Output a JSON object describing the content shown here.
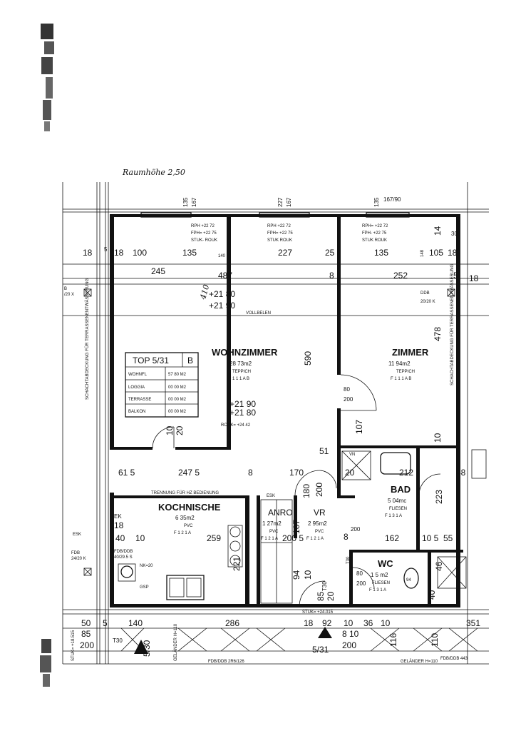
{
  "header": {
    "handwritten_note": "Raumhöhe 2,50"
  },
  "top_dims": [
    {
      "a": "135",
      "b": "167"
    },
    {
      "a": "227",
      "b": "167"
    },
    {
      "a": "135",
      "b": "167/90"
    }
  ],
  "heights": [
    {
      "rph": "RPH  +22 72",
      "fph": "FPH=  +22 75",
      "stuk": "STUK-  ROUK"
    },
    {
      "rph": "RPH  +22 72",
      "fph": "FPH=  +22 75",
      "stuk": "STUK   ROUK"
    },
    {
      "rph": "RPH=  +22 72",
      "fph": "FPH-  +22 75",
      "stuk": "STUK   ROUK"
    }
  ],
  "dims_row1": [
    "18",
    "5",
    "18",
    "100",
    "135",
    "227",
    "25",
    "135",
    "105",
    "18"
  ],
  "dims_row2": [
    "245",
    "487",
    "8",
    "252",
    "5",
    "18"
  ],
  "misc_dims": {
    "d140": "140",
    "d148": "148",
    "d14": "14",
    "d30": "30",
    "d478": "478",
    "d590": "590",
    "d80a": "80",
    "d200a": "200",
    "d107": "107",
    "d10a": "10",
    "d51": "51",
    "d615": "61 5",
    "d2475": "247 5",
    "d8": "8",
    "d170": "170",
    "d20": "20",
    "d212": "212",
    "d180": "180",
    "d200b": "200",
    "d223": "223",
    "d40": "40",
    "d10b": "10",
    "d259": "259",
    "d221": "221",
    "d107b": "107",
    "d2005": "200 5",
    "d8b": "8",
    "d200c": "200",
    "d162": "162",
    "d1035": "10 5",
    "d55": "55",
    "d94": "94",
    "d10c": "10",
    "d85": "85",
    "d20b": "20",
    "d80b": "80",
    "d200d": "200",
    "d94b": "94",
    "d46": "46",
    "d40b": "40"
  },
  "table": {
    "title": "TOP 5/31",
    "code": "B",
    "rows": [
      {
        "label": "WOHNFL",
        "value": "57 80  M2"
      },
      {
        "label": "LOGGIA",
        "value": "00 00  M2"
      },
      {
        "label": "TERRASSE",
        "value": "00 00  M2"
      },
      {
        "label": "BALKON",
        "value": "00 00  M2"
      }
    ]
  },
  "rooms": {
    "wohnzimmer": {
      "name": "WOHNZIMMER",
      "area": "28 73m2",
      "floor": "TEPPICH",
      "code": "1 1 1 A B"
    },
    "zimmer": {
      "name": "ZIMMER",
      "area": "11 94m2",
      "floor": "TEPPICH",
      "code": "F  1 1 1 A B"
    },
    "kochnische": {
      "name": "KOCHNISCHE",
      "area": "6 35m2",
      "floor": "PVC",
      "code": "F  1 2 1 A"
    },
    "anro": {
      "name": "ANRO",
      "area": "1 27m2",
      "floor": "PVC",
      "code": "F  1 2 1 A"
    },
    "vr": {
      "name": "VR",
      "area": "2 95m2",
      "floor": "PVC",
      "code": "F  1 2 1 A"
    },
    "bad": {
      "name": "BAD",
      "area": "5 04mc",
      "floor": "FLIESEN",
      "code": "F  1 3 1 A"
    },
    "wc": {
      "name": "WC",
      "area": "1 5 m2",
      "floor": "FLIESEN",
      "code": "F  1 3 1 A"
    }
  },
  "annotations": {
    "level_2190": "+21 90",
    "level_2180a": "+21 80",
    "level_2180b": "+21 80",
    "level_2190b": "+21 90",
    "rouk_level": "ROUK=  +24 42",
    "d410": "410",
    "d10_20": "10",
    "d20_20": "20",
    "vollbelen": "VOLLBELEN",
    "trennung": "TRENNUNG FÜR HZ BEDIENUNG",
    "esk": "ESK",
    "esk2": "ESK",
    "ek": "EK",
    "d18": "18",
    "ddb": "DDB",
    "ddb_size": "20/20 K",
    "left_marker": "B",
    "left_size": "/20 X",
    "fdb_left": "FDB",
    "fdb_left_size": "24/20 K",
    "fdb_box": "FDB/DDB",
    "fdb_box_size": "40/29.5 S",
    "nk20": "NK=20",
    "gsp": "GSP",
    "t30a": "T30",
    "t30b": "T30",
    "t30c": "T30",
    "stuk_level": "STUK=  +24.015",
    "stuk_left": "STUK= +18.515",
    "vn": "VN",
    "d48": "48"
  },
  "bottom": {
    "dims": [
      "5",
      "140",
      "286",
      "18",
      "92",
      "10",
      "36",
      "10",
      "351"
    ],
    "d85": "85",
    "d200": "200",
    "d50": "50",
    "d116": "116",
    "d110": "110",
    "d610": "8 10",
    "d200_2": "200",
    "unit_left": "5/30",
    "unit_mid": "5/31",
    "fdb_label_mid": "FDB/DDB  2R6/126",
    "fdb_label_right": "FDB/DDB  443",
    "gelaender_a": "GELÄNDER H=110",
    "gelaender_b": "GELÄNDER H=110"
  },
  "vertical_notes": {
    "left": "SCHACHTABDECKUNG FÜR TERRASSENENTWÄSSERUNG",
    "right": "SCHACHTABDECKUNG FÜR TERRASSENENTWÄSSERUNG"
  }
}
